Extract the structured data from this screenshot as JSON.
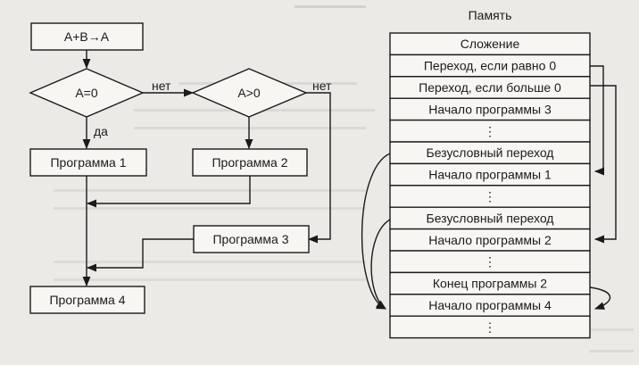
{
  "flowchart": {
    "start": "A+B→A",
    "decision1": "A=0",
    "decision2": "A>0",
    "yes": "да",
    "no1": "нет",
    "no2": "нет",
    "program1": "Программа 1",
    "program2": "Программа 2",
    "program3": "Программа 3",
    "program4": "Программа 4"
  },
  "memory": {
    "title": "Память",
    "cells": [
      "Сложение",
      "Переход, если равно 0",
      "Переход, если больше 0",
      "Начало программы 3",
      "⋮",
      "Безусловный переход",
      "Начало программы 1",
      "⋮",
      "Безусловный переход",
      "Начало программы 2",
      "⋮",
      "Конец программы 2",
      "Начало программы 4",
      "⋮"
    ]
  },
  "colors": {
    "ink": "#1a1a1a",
    "paper": "#eceae6",
    "box_fill": "#f7f6f3"
  }
}
